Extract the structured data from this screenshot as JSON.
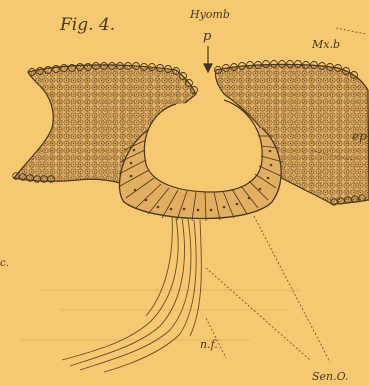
{
  "figure": {
    "title": "Fig. 4.",
    "labels": {
      "hyomb": "Hyomb",
      "p": "p",
      "mxb": "Mx.b",
      "ep": "ep",
      "nf": "n.f.",
      "seno": "Sen.O.",
      "c": "c."
    }
  },
  "colors": {
    "paper": "#f7c872",
    "ink": "#4a3418",
    "ink_light": "#7a5a2a",
    "tissue_dark": "#b88a4a",
    "tissue_light": "#e8b868"
  }
}
